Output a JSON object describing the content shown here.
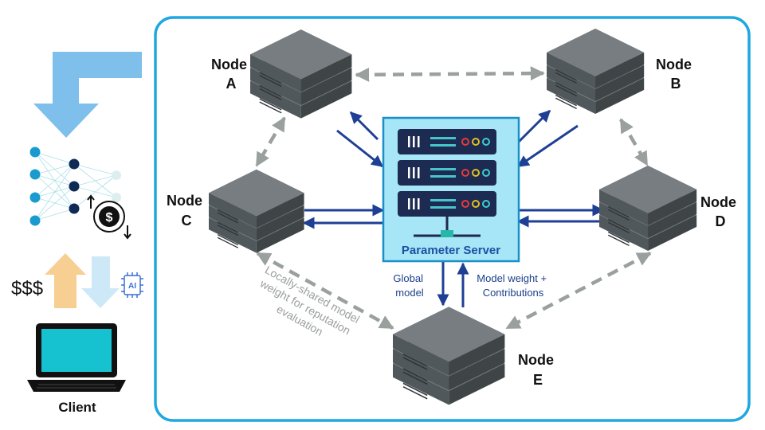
{
  "left_panel": {
    "money_label": "$$$",
    "dollar_symbol": "$",
    "ai_badge": "AI",
    "client_label": "Client",
    "icons": [
      "arrow-down-left-icon",
      "neural-network-icon",
      "dollar-coin-icon",
      "up-arrow-icon",
      "down-arrow-icon",
      "ai-chip-icon",
      "laptop-icon"
    ]
  },
  "nodes": {
    "a": {
      "line1": "Node",
      "line2": "A"
    },
    "b": {
      "line1": "Node",
      "line2": "B"
    },
    "c": {
      "line1": "Node",
      "line2": "C"
    },
    "d": {
      "line1": "Node",
      "line2": "D"
    },
    "e": {
      "line1": "Node",
      "line2": "E"
    }
  },
  "server": {
    "label": "Parameter Server",
    "bars": "III"
  },
  "edges": {
    "global_model": [
      "Global",
      "model"
    ],
    "model_weight": [
      "Model weight +",
      "Contributions"
    ],
    "locally_shared": [
      "Locally-shared model",
      "weight for reputation",
      "evaluation"
    ]
  },
  "colors": {
    "frame": "#1ea7e1",
    "server_fill": "#a6e6f7",
    "server_border": "#1a8fc9",
    "rack_dark": "#1d2a52",
    "arrow_blue": "#1f3f95",
    "dashed_gray": "#9aa09d",
    "light_blue": "#7fbfec",
    "peach": "#f8cf93",
    "ice": "#cde9f7",
    "laptop_screen": "#16c2cf"
  }
}
